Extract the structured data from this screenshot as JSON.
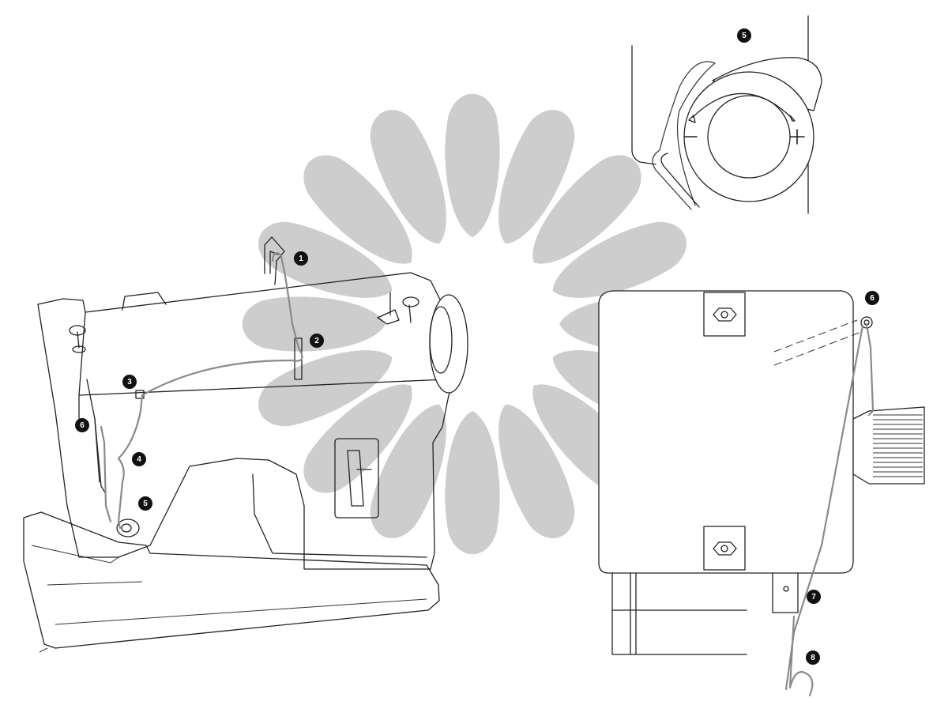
{
  "steps": [
    {
      "id": "m1",
      "label": "1"
    },
    {
      "id": "m2",
      "label": "2"
    },
    {
      "id": "m3",
      "label": "3"
    },
    {
      "id": "m4",
      "label": "4"
    },
    {
      "id": "m5",
      "label": "5"
    },
    {
      "id": "m6",
      "label": "6"
    },
    {
      "id": "m5-detail",
      "label": "5"
    },
    {
      "id": "m6-detail",
      "label": "6"
    },
    {
      "id": "m7-detail",
      "label": "7"
    },
    {
      "id": "m8-detail",
      "label": "8"
    }
  ],
  "tension_dial": {
    "decrease_symbol": "−",
    "increase_symbol": "+"
  },
  "colors": {
    "outline": "#222222",
    "thread": "#8a8a8a",
    "watermark": "#cdcdcd",
    "marker": "#111111"
  }
}
